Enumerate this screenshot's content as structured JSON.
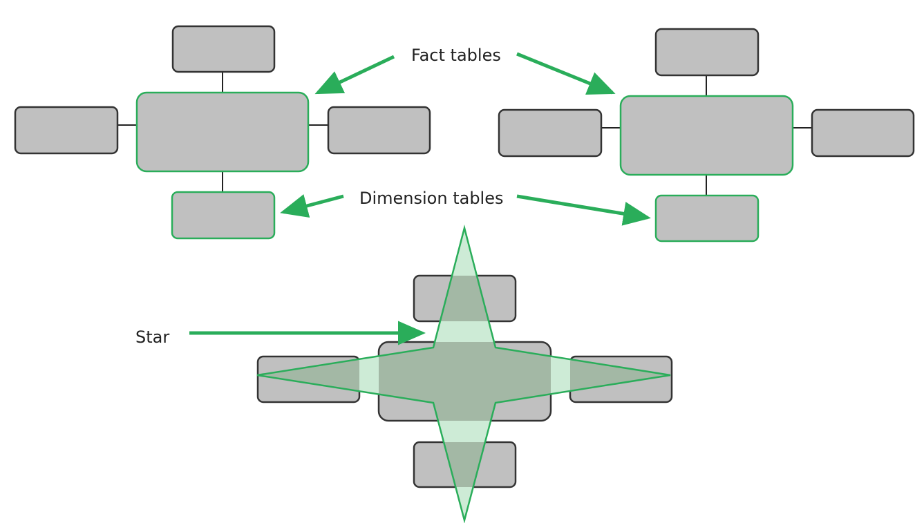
{
  "labels": {
    "fact_tables": "Fact tables",
    "dimension_tables": "Dimension tables",
    "star": "Star"
  },
  "colors": {
    "box_fill": "#c0c0c0",
    "box_stroke_dark": "#333333",
    "highlight_green": "#2aad5a",
    "star_fill_light": "#cdebd6",
    "star_fill_dark": "#a3b8a5"
  }
}
